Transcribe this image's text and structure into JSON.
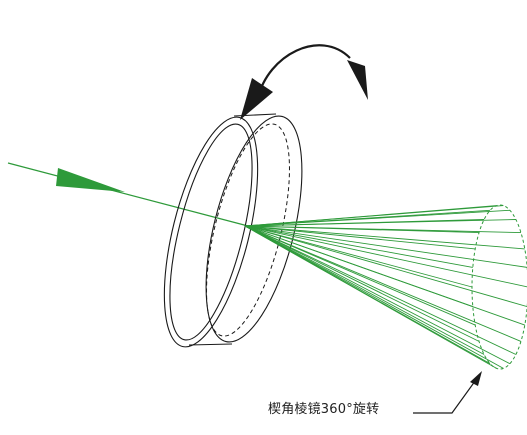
{
  "caption": "楔角棱镜360°旋转",
  "colors": {
    "beam": "#2e9a3a",
    "outline": "#1a1a1a",
    "background": "#ffffff"
  },
  "icons": {
    "rotation_arrow": "curved-double-headed-arrow",
    "beam_direction": "triangle-arrowhead"
  }
}
